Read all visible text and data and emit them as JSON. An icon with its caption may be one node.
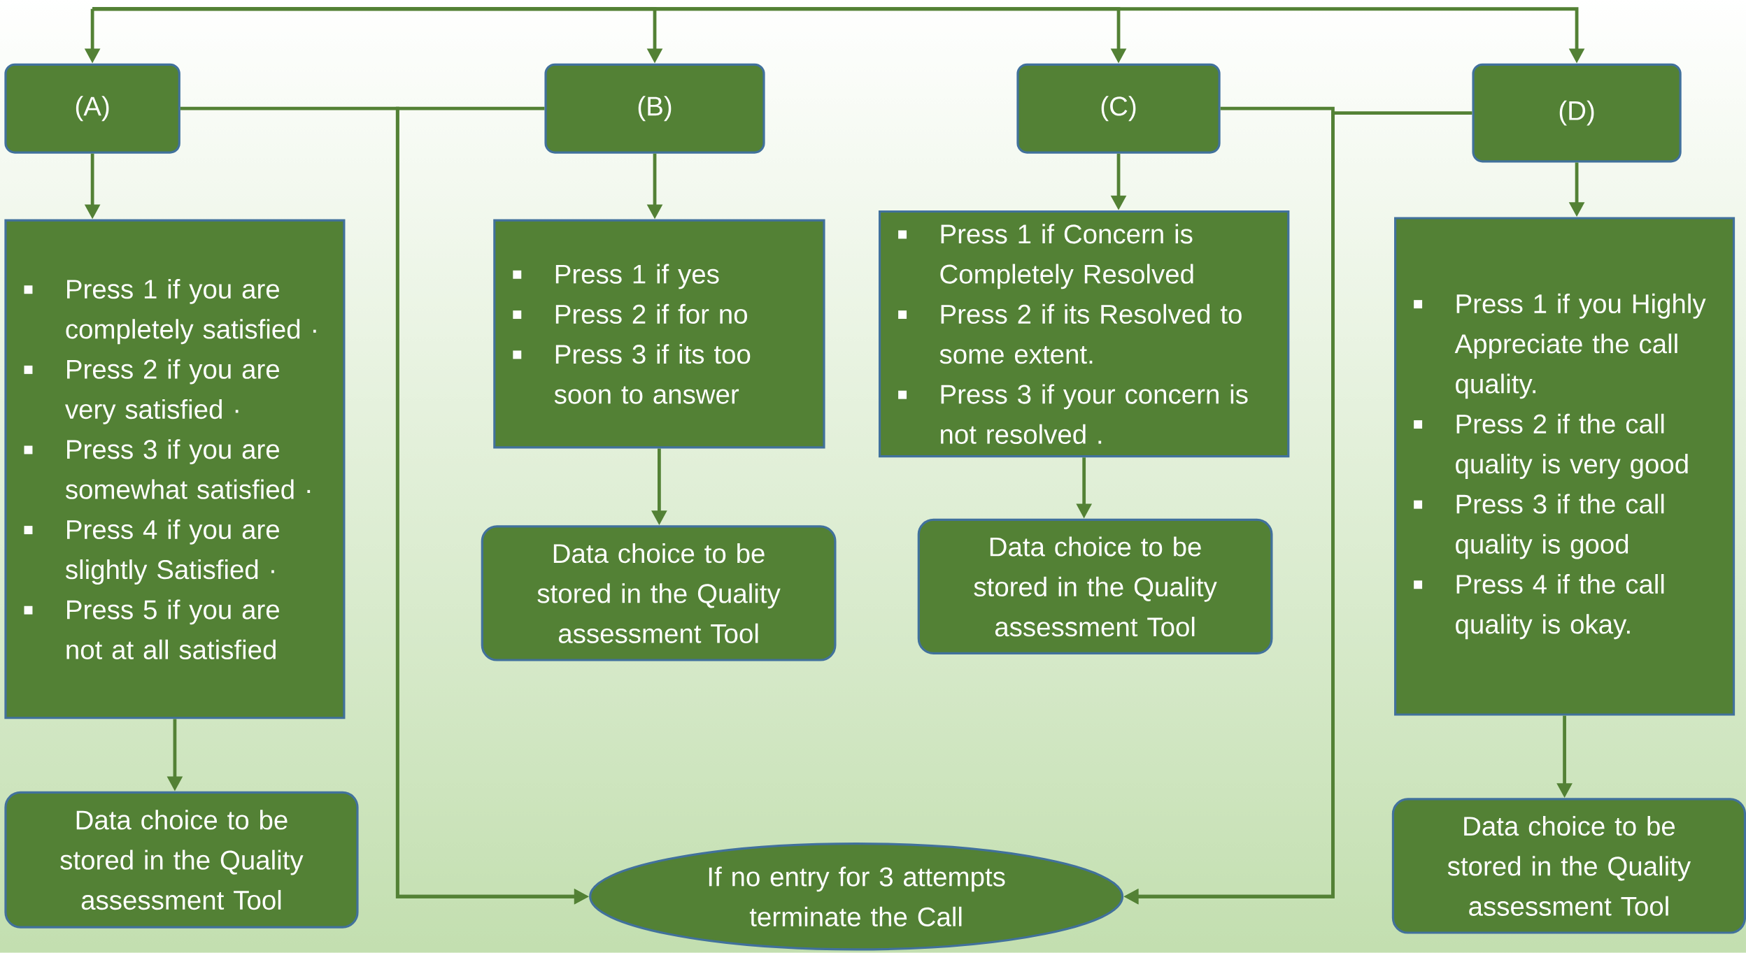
{
  "diagram": {
    "nodes": [
      {
        "text": [
          "(A)"
        ]
      },
      {
        "text": [
          "(B)"
        ]
      },
      {
        "text": [
          "(C)"
        ]
      },
      {
        "text": [
          "(D)"
        ]
      },
      {
        "text": [
          "Press 1 if you are completely satisfied ·",
          "Press 2 if you are very satisfied ·",
          "Press 3 if you are somewhat satisfied ·",
          "Press 4 if you are slightly Satisfied ·",
          "Press 5 if you are not at all satisfied"
        ]
      },
      {
        "text": [
          "Press 1 if yes",
          "Press 2 if for no",
          "Press 3 if its too soon to answer"
        ]
      },
      {
        "text": [
          "Press 1 if Concern is Completely Resolved",
          "Press 2 if its Resolved to some extent.",
          "Press 3 if your concern is not resolved ."
        ]
      },
      {
        "text": [
          "Press 1 if you Highly Appreciate the call quality.",
          "Press 2 if the call quality is very good",
          "Press 3 if the call quality is good",
          "Press 4 if the call quality is okay."
        ]
      },
      {
        "text": [
          "Data choice to be stored in the Quality assessment Tool"
        ]
      },
      {
        "text": [
          "Data choice to be stored in the Quality assessment Tool"
        ]
      },
      {
        "text": [
          "Data choice to be stored in the Quality assessment Tool"
        ]
      },
      {
        "text": [
          "Data choice to be stored in the Quality assessment Tool"
        ]
      },
      {
        "text": [
          "If no entry for 3 attempts terminate the Call"
        ]
      }
    ],
    "edges": [
      {
        "from": null,
        "to": 0,
        "arrow": "to"
      },
      {
        "from": null,
        "to": 1,
        "arrow": "to"
      },
      {
        "from": null,
        "to": 2,
        "arrow": "to"
      },
      {
        "from": null,
        "to": 3,
        "arrow": "to"
      },
      {
        "from": 0,
        "to": 4,
        "arrow": "to"
      },
      {
        "from": 1,
        "to": 5,
        "arrow": "to"
      },
      {
        "from": 2,
        "to": 6,
        "arrow": "to"
      },
      {
        "from": 3,
        "to": 7,
        "arrow": "to"
      },
      {
        "from": 4,
        "to": 8,
        "arrow": "to"
      },
      {
        "from": 5,
        "to": 9,
        "arrow": "to"
      },
      {
        "from": 6,
        "to": 10,
        "arrow": "to"
      },
      {
        "from": 7,
        "to": 11,
        "arrow": "to"
      },
      {
        "from": 0,
        "to": 12,
        "arrow": "to"
      },
      {
        "from": 1,
        "to": 12,
        "arrow": "to"
      },
      {
        "from": 2,
        "to": 12,
        "arrow": "to"
      },
      {
        "from": 3,
        "to": 12,
        "arrow": "to"
      }
    ]
  }
}
